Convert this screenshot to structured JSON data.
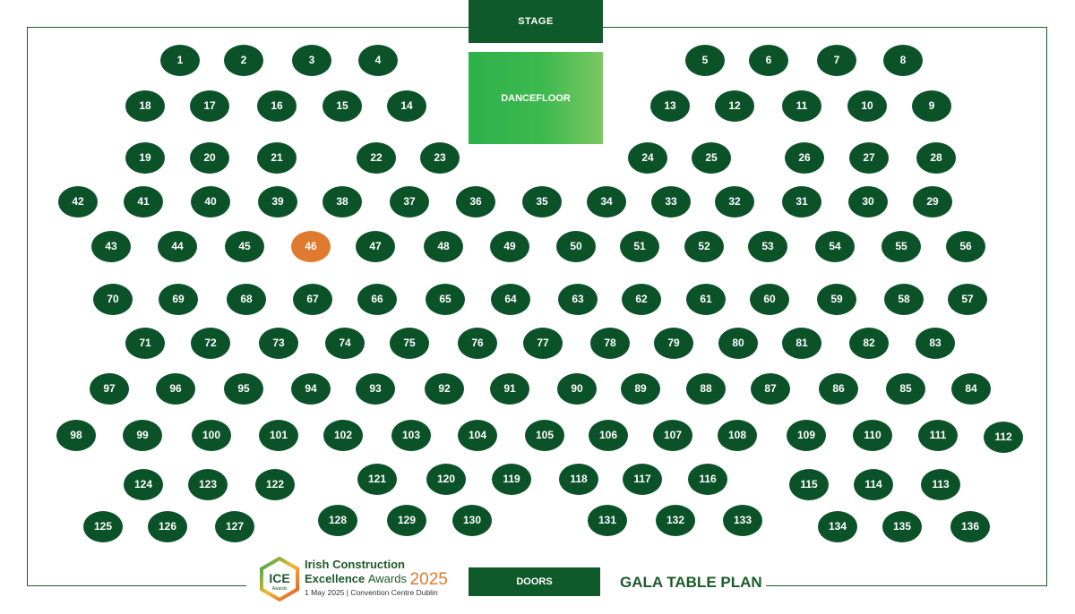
{
  "stage_label": "STAGE",
  "dancefloor_label": "DANCEFLOOR",
  "doors_label": "DOORS",
  "plan_title": "GALA TABLE PLAN",
  "selected_table": "46",
  "colors": {
    "table": "#0b5228",
    "selected": "#df7a30",
    "dancefloor": "#3db94f",
    "brand_green": "#1d5a2b",
    "accent_orange": "#e07a2f"
  },
  "logo": {
    "mark": "ICE",
    "mark_sub": "Awards",
    "line1": "Irish Construction",
    "line2_bold": "Excellence",
    "line2_rest": "Awards",
    "year": "2025",
    "date_venue": "1 May 2025 | Convention Centre Dublin"
  },
  "tables": [
    "1",
    "2",
    "3",
    "4",
    "5",
    "6",
    "7",
    "8",
    "18",
    "17",
    "16",
    "15",
    "14",
    "13",
    "12",
    "11",
    "10",
    "9",
    "19",
    "20",
    "21",
    "22",
    "23",
    "24",
    "25",
    "26",
    "27",
    "28",
    "42",
    "41",
    "40",
    "39",
    "38",
    "37",
    "36",
    "35",
    "34",
    "33",
    "32",
    "31",
    "30",
    "29",
    "43",
    "44",
    "45",
    "46",
    "47",
    "48",
    "49",
    "50",
    "51",
    "52",
    "53",
    "54",
    "55",
    "56",
    "70",
    "69",
    "68",
    "67",
    "66",
    "65",
    "64",
    "63",
    "62",
    "61",
    "60",
    "59",
    "58",
    "57",
    "71",
    "72",
    "73",
    "74",
    "75",
    "76",
    "77",
    "78",
    "79",
    "80",
    "81",
    "82",
    "83",
    "97",
    "96",
    "95",
    "94",
    "93",
    "92",
    "91",
    "90",
    "89",
    "88",
    "87",
    "86",
    "85",
    "84",
    "98",
    "99",
    "100",
    "101",
    "102",
    "103",
    "104",
    "105",
    "106",
    "107",
    "108",
    "109",
    "110",
    "111",
    "112",
    "124",
    "123",
    "122",
    "121",
    "120",
    "119",
    "118",
    "117",
    "116",
    "115",
    "114",
    "113",
    "125",
    "126",
    "127",
    "128",
    "129",
    "130",
    "131",
    "132",
    "133",
    "134",
    "135",
    "136"
  ]
}
